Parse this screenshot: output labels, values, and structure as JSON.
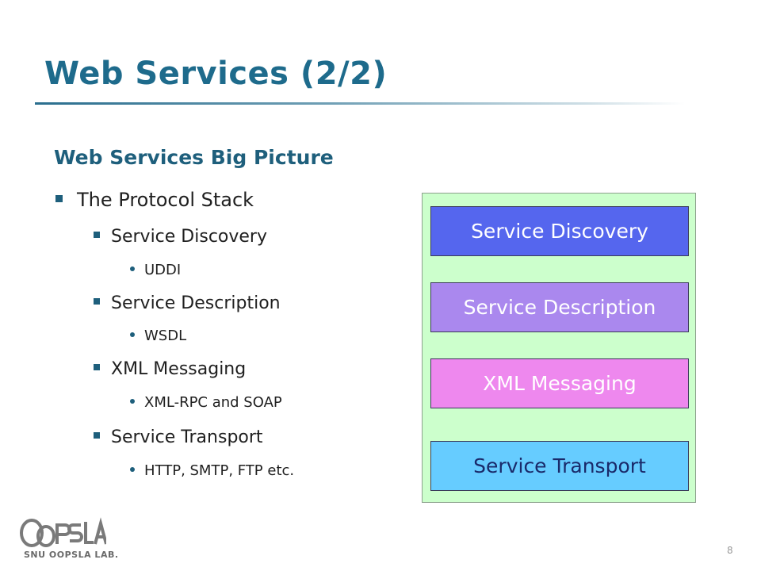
{
  "slide": {
    "title": "Web Services (2/2)",
    "subtitle": "Web Services Big Picture",
    "page_number": "8"
  },
  "bullets": [
    {
      "level": 1,
      "text": "The Protocol Stack"
    },
    {
      "level": 2,
      "text": "Service Discovery"
    },
    {
      "level": 3,
      "text": "UDDI"
    },
    {
      "level": 2,
      "text": "Service Description"
    },
    {
      "level": 3,
      "text": "WSDL"
    },
    {
      "level": 2,
      "text": "XML Messaging"
    },
    {
      "level": 3,
      "text": "XML-RPC and SOAP"
    },
    {
      "level": 2,
      "text": "Service Transport"
    },
    {
      "level": 3,
      "text": "HTTP, SMTP, FTP etc."
    }
  ],
  "stack": {
    "background": "#ccffcc",
    "layers": [
      {
        "label": "Service Discovery",
        "fill": "#5566ee",
        "text_color": "#ffffff"
      },
      {
        "label": "Service Description",
        "fill": "#aa88ee",
        "text_color": "#ffffff"
      },
      {
        "label": "XML Messaging",
        "fill": "#ee88ee",
        "text_color": "#ffffff"
      },
      {
        "label": "Service Transport",
        "fill": "#66ccff",
        "text_color": "#1a2a6a"
      }
    ]
  },
  "logo": {
    "mark": "OOPSLA",
    "name": "SNU OOPSLA LAB."
  }
}
